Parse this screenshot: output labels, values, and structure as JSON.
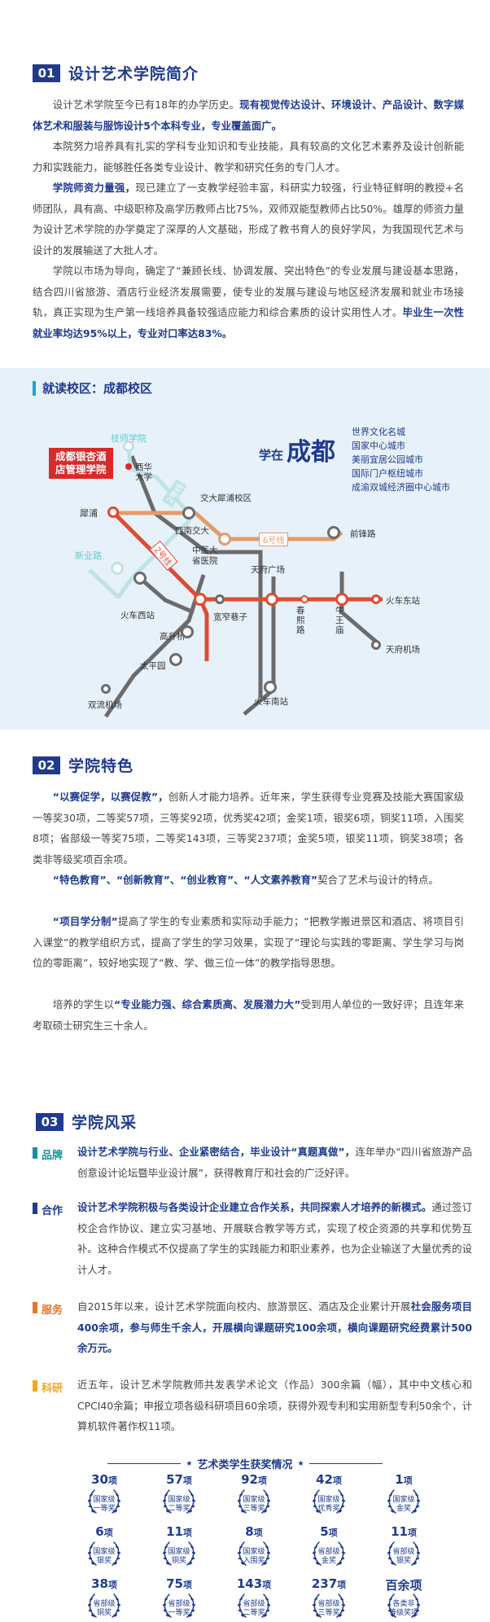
{
  "s1": {
    "num": "01",
    "title": "设计艺术学院简介",
    "p1a": "设计艺术学院至今已有18年的办学历史。",
    "p1b": "现有视觉传达设计、环境设计、产品设计、数字媒体艺术和服装与服饰设计5个本科专业，专业覆盖面广。",
    "p2": "本院努力培养具有扎实的学科专业知识和专业技能，具有较高的文化艺术素养及设计创新能力和实践能力，能够胜任各类专业设计、教学和研究任务的专门人才。",
    "p3a": "学院师资力量强，",
    "p3b": "现已建立了一支教学经验丰富，科研实力较强，行业特征鲜明的教授+名师团队，具有高、中级职称及高学历教师占比75%，双师双能型教师占比50%。雄厚的师资力量为设计艺术学院的办学奠定了深厚的人文基础，形成了教书育人的良好学风，为我国现代艺术与设计的发展输送了大批人才。",
    "p4a": "学院以市场为导向，确定了“兼顾长线、协调发展、突出特色”的专业发展与建设基本思路，结合四川省旅游、酒店行业经济发展需要，使专业的发展与建设与地区经济发展和就业市场接轨，真正实现为生产第一线培养具备较强适应能力和综合素质的设计实用性人才。",
    "p4b": "毕业生一次性就业率均达95%以上，专业对口率达83%。"
  },
  "map": {
    "heading": "就读校区：成都校区",
    "school": [
      "成都银杏酒",
      "店管理学院"
    ],
    "study_in": "学在",
    "city": "成都",
    "city_tags": [
      "世界文化名城",
      "国家中心城市",
      "美丽宜居公园城市",
      "国际门户枢纽城市",
      "成渝双城经济圈中心城市"
    ],
    "stations": {
      "jishou": "技师学院",
      "xihua": [
        "西华",
        "大学"
      ],
      "xipu": "犀浦",
      "jiaoda": "交大犀浦校区",
      "xinan": "西南交大",
      "qianfeng": "前锋路",
      "xinyelu": "新业路",
      "zhongyi": [
        "中医大",
        "省医院"
      ],
      "tianfu": "天府广场",
      "chunxi": [
        "春",
        "熙",
        "路"
      ],
      "niuwang": [
        "牛",
        "王",
        "庙"
      ],
      "huochedong": "火车东站",
      "huochexi": "火车西站",
      "kuanzhai": "宽窄巷子",
      "tianfujc": "天府机场",
      "gaosheng": "高升桥",
      "taiping": "太平园",
      "shuangliu": "双流机场",
      "huochenan": "火车南站"
    },
    "lines": {
      "l2": "2号线",
      "l6": "6号线",
      "l2b": "2号线"
    }
  },
  "s2": {
    "num": "02",
    "title": "学院特色",
    "p1a": "“以赛促学，以赛促教”，",
    "p1b": "创新人才能力培养。近年来，学生获得专业竞赛及技能大赛国家级一等奖30项，二等奖57项，三等奖92项，优秀奖42项；金奖1项，银奖6项，铜奖11项，入围奖8项；省部级一等奖75项，二等奖143项，三等奖237项；金奖5项，银奖11项，铜奖38项；各类非等级奖项百余项。",
    "p2a": "“特色教育”、“创新教育”、“创业教育”、“人文素养教育”",
    "p2b": "契合了艺术与设计的特点。",
    "p3a": "“项目学分制”",
    "p3b": "提高了学生的专业素质和实际动手能力；“把教学搬进景区和酒店、将项目引入课堂”的教学组织方式，提高了学生的学习效果，实现了“理论与实践的零距离、学生学习与岗位的零距离”，较好地实现了“教、学、做三位一体”的教学指导思想。",
    "p4a": "培养的学生以",
    "p4b": "“专业能力强、综合素质高、发展潜力大”",
    "p4c": "受到用人单位的一致好评；且连年来考取硕士研究生三十余人。"
  },
  "s3": {
    "num": "03",
    "title": "学院风采",
    "rows": [
      {
        "tag": "品牌",
        "color": "#17919d",
        "a": "设计艺术学院与行业、企业紧密结合，毕业设计“真题真做”，",
        "b": "连年举办“四川省旅游产品创意设计论坛暨毕业设计展”，获得教育厅和社会的广泛好评。"
      },
      {
        "tag": "合作",
        "color": "#1f3a8f",
        "a": "设计艺术学院积极与各类设计企业建立合作关系，共同探索人才培养的新模式。",
        "b": "通过签订校企合作协议、建立实习基地、开展联合教学等方式，实现了校企资源的共享和优势互补。这种合作模式不仅提高了学生的实践能力和职业素养，也为企业输送了大量优秀的设计人才。"
      },
      {
        "tag": "服务",
        "color": "#e8762b",
        "a": "自2015年以来，设计艺术学院面向校内、旅游景区、酒店及企业累计开展",
        "b": "社会服务项目400余项，参与师生千余人，开展横向课题研究100余项，横向课题研究经费累计500余万元。"
      },
      {
        "tag": "科研",
        "color": "#f0a81c",
        "a": "近五年，设计艺术学院教师共发表学术论文（作品）300余篇（幅），其中中文核心和CPCI40余篇；申报立项各级科研项目60余项，获得外观专利和实用新型专利50余个，计算机软件著作权11项。",
        "b": ""
      }
    ],
    "award_title": "艺术类学生获奖情况",
    "awards": [
      {
        "n": "30",
        "u": "项",
        "l1": "国家级",
        "l2": "一等奖"
      },
      {
        "n": "57",
        "u": "项",
        "l1": "国家级",
        "l2": "二等奖"
      },
      {
        "n": "92",
        "u": "项",
        "l1": "国家级",
        "l2": "三等奖"
      },
      {
        "n": "42",
        "u": "项",
        "l1": "国家级",
        "l2": "优秀奖"
      },
      {
        "n": "1",
        "u": "项",
        "l1": "国家级",
        "l2": "金奖"
      },
      {
        "n": "6",
        "u": "项",
        "l1": "国家级",
        "l2": "银奖"
      },
      {
        "n": "11",
        "u": "项",
        "l1": "国家级",
        "l2": "铜奖"
      },
      {
        "n": "8",
        "u": "项",
        "l1": "国家级",
        "l2": "入围奖"
      },
      {
        "n": "5",
        "u": "项",
        "l1": "省部级",
        "l2": "金奖"
      },
      {
        "n": "11",
        "u": "项",
        "l1": "省部级",
        "l2": "银奖"
      },
      {
        "n": "38",
        "u": "项",
        "l1": "省部级",
        "l2": "铜奖"
      },
      {
        "n": "75",
        "u": "项",
        "l1": "省部级",
        "l2": "一等奖"
      },
      {
        "n": "143",
        "u": "项",
        "l1": "省部级",
        "l2": "二等奖"
      },
      {
        "n": "237",
        "u": "项",
        "l1": "省部级",
        "l2": "三等奖"
      },
      {
        "n": "百余项",
        "u": "",
        "l1": "各类非",
        "l2": "等级奖项"
      }
    ]
  }
}
